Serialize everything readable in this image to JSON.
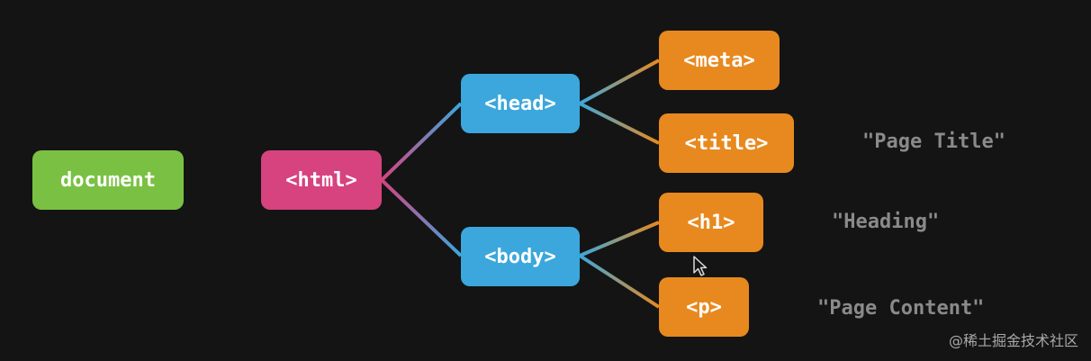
{
  "colors": {
    "background": "#141414",
    "document": "#7ac143",
    "html": "#d6437f",
    "section": "#3ba7dc",
    "element": "#e8891f",
    "text_leaf": "#8a8a8a"
  },
  "nodes": {
    "document": "document",
    "html": "<html>",
    "head": "<head>",
    "body": "<body>",
    "meta": "<meta>",
    "title": "<title>",
    "h1": "<h1>",
    "p": "<p>"
  },
  "text_nodes": {
    "page_title": "\"Page Title\"",
    "heading": "\"Heading\"",
    "page_content": "\"Page Content\""
  },
  "watermark": "@稀土掘金技术社区"
}
